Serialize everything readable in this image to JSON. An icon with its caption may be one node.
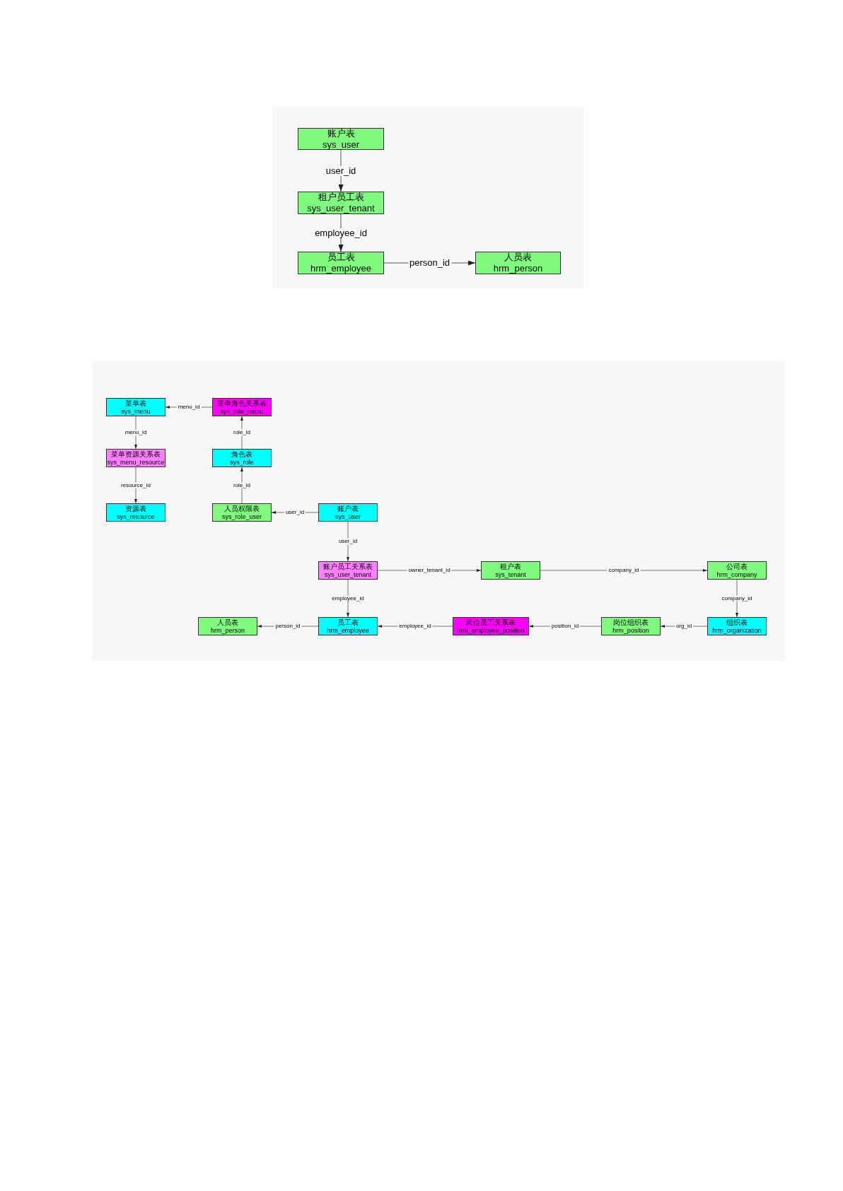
{
  "diagram": {
    "nodes": [
      {
        "text": [
          "账户表",
          "sys_user"
        ]
      },
      {
        "text": [
          "租户员工表",
          "sys_user_tenant"
        ]
      },
      {
        "text": [
          "员工表",
          "hrm_employee"
        ]
      },
      {
        "text": [
          "人员表",
          "hrm_person"
        ]
      },
      {
        "text": [
          "菜单表",
          "sys_menu"
        ]
      },
      {
        "text": [
          "菜单角色关系表",
          "sys_role_menu"
        ]
      },
      {
        "text": [
          "菜单资源关系表",
          "sys_menu_resource"
        ]
      },
      {
        "text": [
          "角色表",
          "sys_role"
        ]
      },
      {
        "text": [
          "资源表",
          "sys_resource"
        ]
      },
      {
        "text": [
          "人员权限表",
          "sys_role_user"
        ]
      },
      {
        "text": [
          "账户表",
          "sys_user"
        ]
      },
      {
        "text": [
          "账户员工关系表",
          "sys_user_tenant"
        ]
      },
      {
        "text": [
          "租户表",
          "sys_tenant"
        ]
      },
      {
        "text": [
          "公司表",
          "hrm_company"
        ]
      },
      {
        "text": [
          "人员表",
          "hrm_person"
        ]
      },
      {
        "text": [
          "员工表",
          "hrm_employee"
        ]
      },
      {
        "text": [
          "岗位员工关系表",
          "hrm_employee_position"
        ]
      },
      {
        "text": [
          "岗位组织表",
          "hrm_position"
        ]
      },
      {
        "text": [
          "组织表",
          "hrm_organization"
        ]
      }
    ],
    "edges": [
      {
        "from": 0,
        "to": 1,
        "arrow": "to",
        "label": "user_id"
      },
      {
        "from": 1,
        "to": 2,
        "arrow": "to",
        "label": "employee_id"
      },
      {
        "from": 2,
        "to": 3,
        "arrow": "to",
        "label": "person_id"
      },
      {
        "from": 5,
        "to": 4,
        "arrow": "to",
        "label": "menu_id"
      },
      {
        "from": 4,
        "to": 6,
        "arrow": "to",
        "label": "menu_id"
      },
      {
        "from": 6,
        "to": 8,
        "arrow": "to",
        "label": "resource_id"
      },
      {
        "from": 9,
        "to": 7,
        "arrow": "to",
        "label": "role_id"
      },
      {
        "from": 7,
        "to": 5,
        "arrow": "to",
        "label": "role_id"
      },
      {
        "from": 10,
        "to": 9,
        "arrow": "to",
        "label": "user_id"
      },
      {
        "from": 10,
        "to": 11,
        "arrow": "to",
        "label": "user_id"
      },
      {
        "from": 11,
        "to": 12,
        "arrow": "to",
        "label": "owner_tenant_id"
      },
      {
        "from": 12,
        "to": 13,
        "arrow": "to",
        "label": "company_id"
      },
      {
        "from": 13,
        "to": 18,
        "arrow": "to",
        "label": "company_id"
      },
      {
        "from": 18,
        "to": 17,
        "arrow": "to",
        "label": "org_id"
      },
      {
        "from": 17,
        "to": 16,
        "arrow": "to",
        "label": "position_id"
      },
      {
        "from": 16,
        "to": 15,
        "arrow": "to",
        "label": "employee_id"
      },
      {
        "from": 11,
        "to": 15,
        "arrow": "to",
        "label": "employee_id"
      },
      {
        "from": 15,
        "to": 14,
        "arrow": "to",
        "label": "person_id"
      }
    ]
  }
}
